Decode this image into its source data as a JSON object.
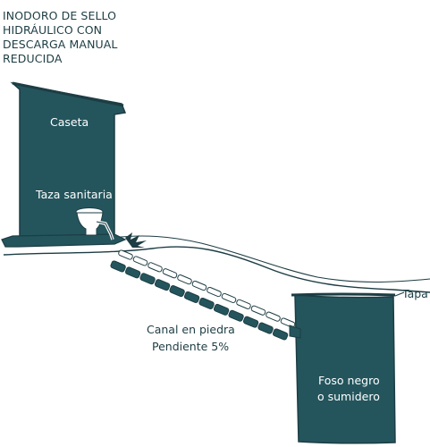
{
  "title": {
    "lines": [
      "INODORO DE SELLO",
      "HIDRÁULICO CON",
      "DESCARGA MANUAL",
      "REDUCIDA"
    ]
  },
  "labels": {
    "caseta": "Caseta",
    "taza": "Taza sanitaria",
    "canal": "Canal en piedra",
    "pendiente": "Pendiente 5%",
    "tapa": "Tapa",
    "foso_line1": "Foso negro",
    "foso_line2": "o sumidero"
  },
  "colors": {
    "structure": "#24555d",
    "ink": "#1d3d44",
    "paper": "#ffffff"
  }
}
